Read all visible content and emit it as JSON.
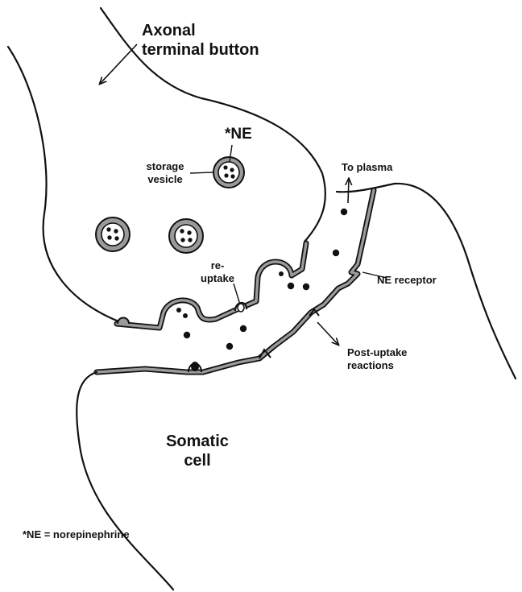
{
  "labels": {
    "axonal_line1": "Axonal",
    "axonal_line2": "terminal button",
    "ne_marker": "*NE",
    "storage_line1": "storage",
    "storage_line2": "vesicle",
    "to_plasma": "To plasma",
    "reuptake_line1": "re-",
    "reuptake_line2": "uptake",
    "ne_receptor": "NE receptor",
    "post_line1": "Post-uptake",
    "post_line2": "reactions",
    "somatic_line1": "Somatic",
    "somatic_line2": "cell",
    "footnote": "*NE = norepinephrine"
  },
  "colors": {
    "ink": "#111111",
    "membrane_fill": "#9a9a9a",
    "background": "#ffffff"
  }
}
